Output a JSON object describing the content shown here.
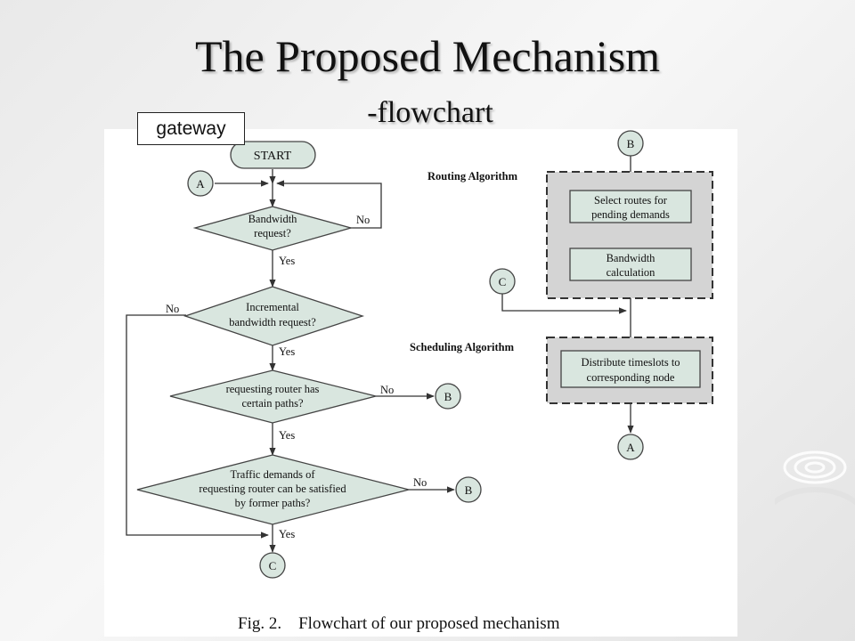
{
  "slide": {
    "title": "The Proposed Mechanism",
    "subtitle": "-flowchart"
  },
  "gateway_label": "gateway",
  "diagram": {
    "start": "START",
    "connector_a": "A",
    "connector_b": "B",
    "connector_c": "C",
    "bandwidth_request": [
      "Bandwidth",
      "request?"
    ],
    "incremental_request": [
      "Incremental",
      "bandwidth request?"
    ],
    "certain_paths": [
      "requesting router  has",
      "certain paths?"
    ],
    "traffic_demands": [
      "Traffic demands of",
      "requesting router can be satisfied",
      "by former paths?"
    ],
    "yes": "Yes",
    "no": "No",
    "routing_algorithm": "Routing Algorithm",
    "scheduling_algorithm": "Scheduling Algorithm",
    "select_routes": [
      "Select routes for",
      "pending demands"
    ],
    "bandwidth_calc": [
      "Bandwidth",
      "calculation"
    ],
    "distribute_timeslots": [
      "Distribute timeslots to",
      "corresponding node"
    ],
    "caption": "Fig. 2.    Flowchart of our proposed mechanism"
  },
  "colors": {
    "node_fill": "#d9e6df",
    "node_stroke": "#444444",
    "algo_fill": "#d4d4d4"
  }
}
